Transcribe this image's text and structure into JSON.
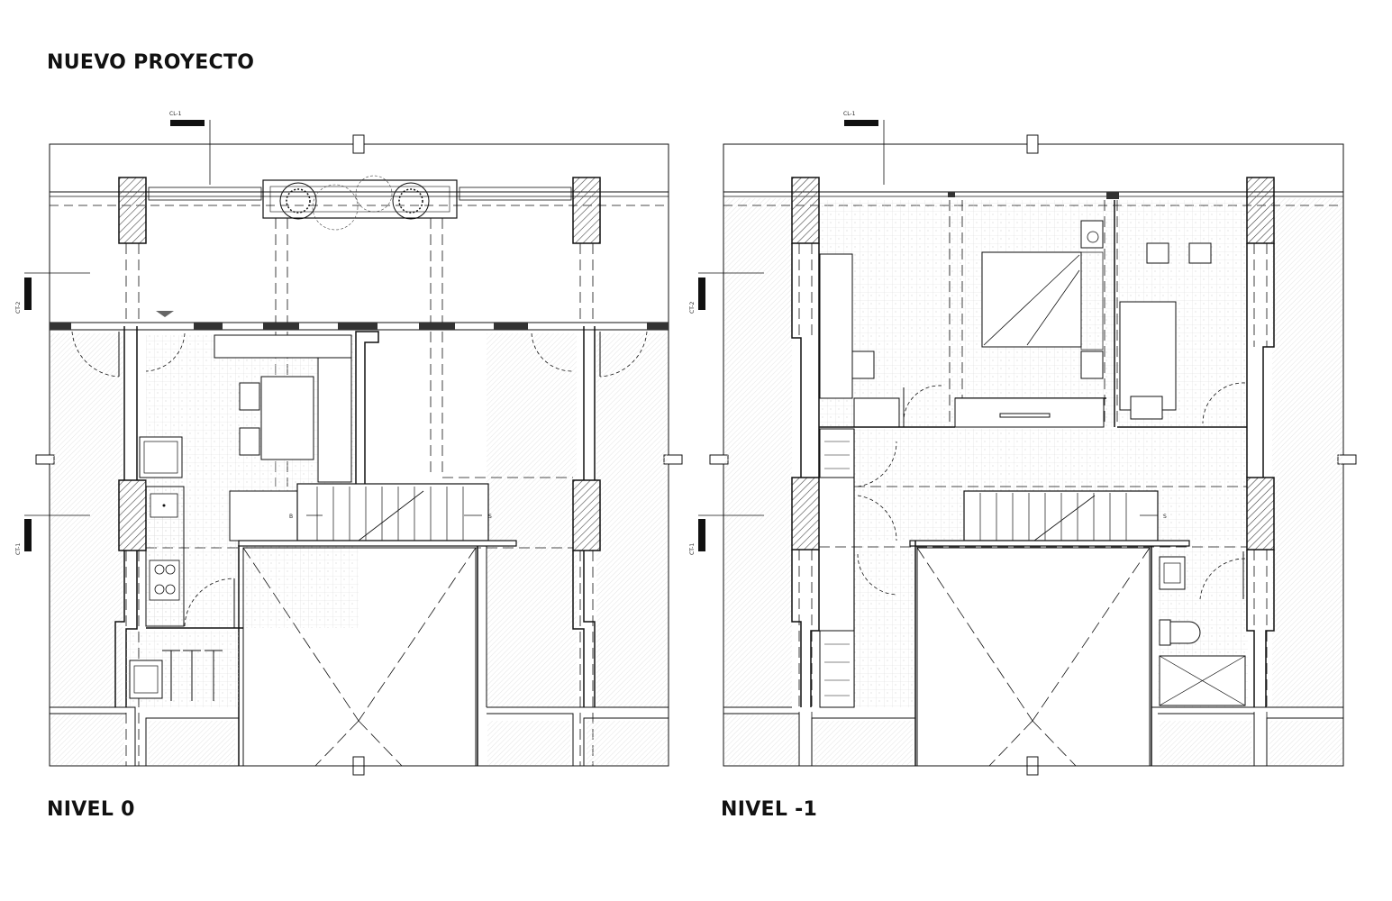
{
  "title": "NUEVO PROYECTO",
  "plans": [
    {
      "level_label": "NIVEL 0",
      "sections": {
        "longitudinal": "CL-1",
        "transverse_top": "CT-2",
        "transverse_bottom": "CT-1"
      },
      "stair_marks": {
        "down": "B",
        "up": "S"
      }
    },
    {
      "level_label": "NIVEL -1",
      "sections": {
        "longitudinal": "CL-1",
        "transverse_top": "CT-2",
        "transverse_bottom": "CT-1"
      },
      "stair_marks": {
        "up": "S"
      }
    }
  ],
  "colors": {
    "line": "#111111",
    "column_fill": "#5a5a5a",
    "grid": "#d9d9d9"
  }
}
